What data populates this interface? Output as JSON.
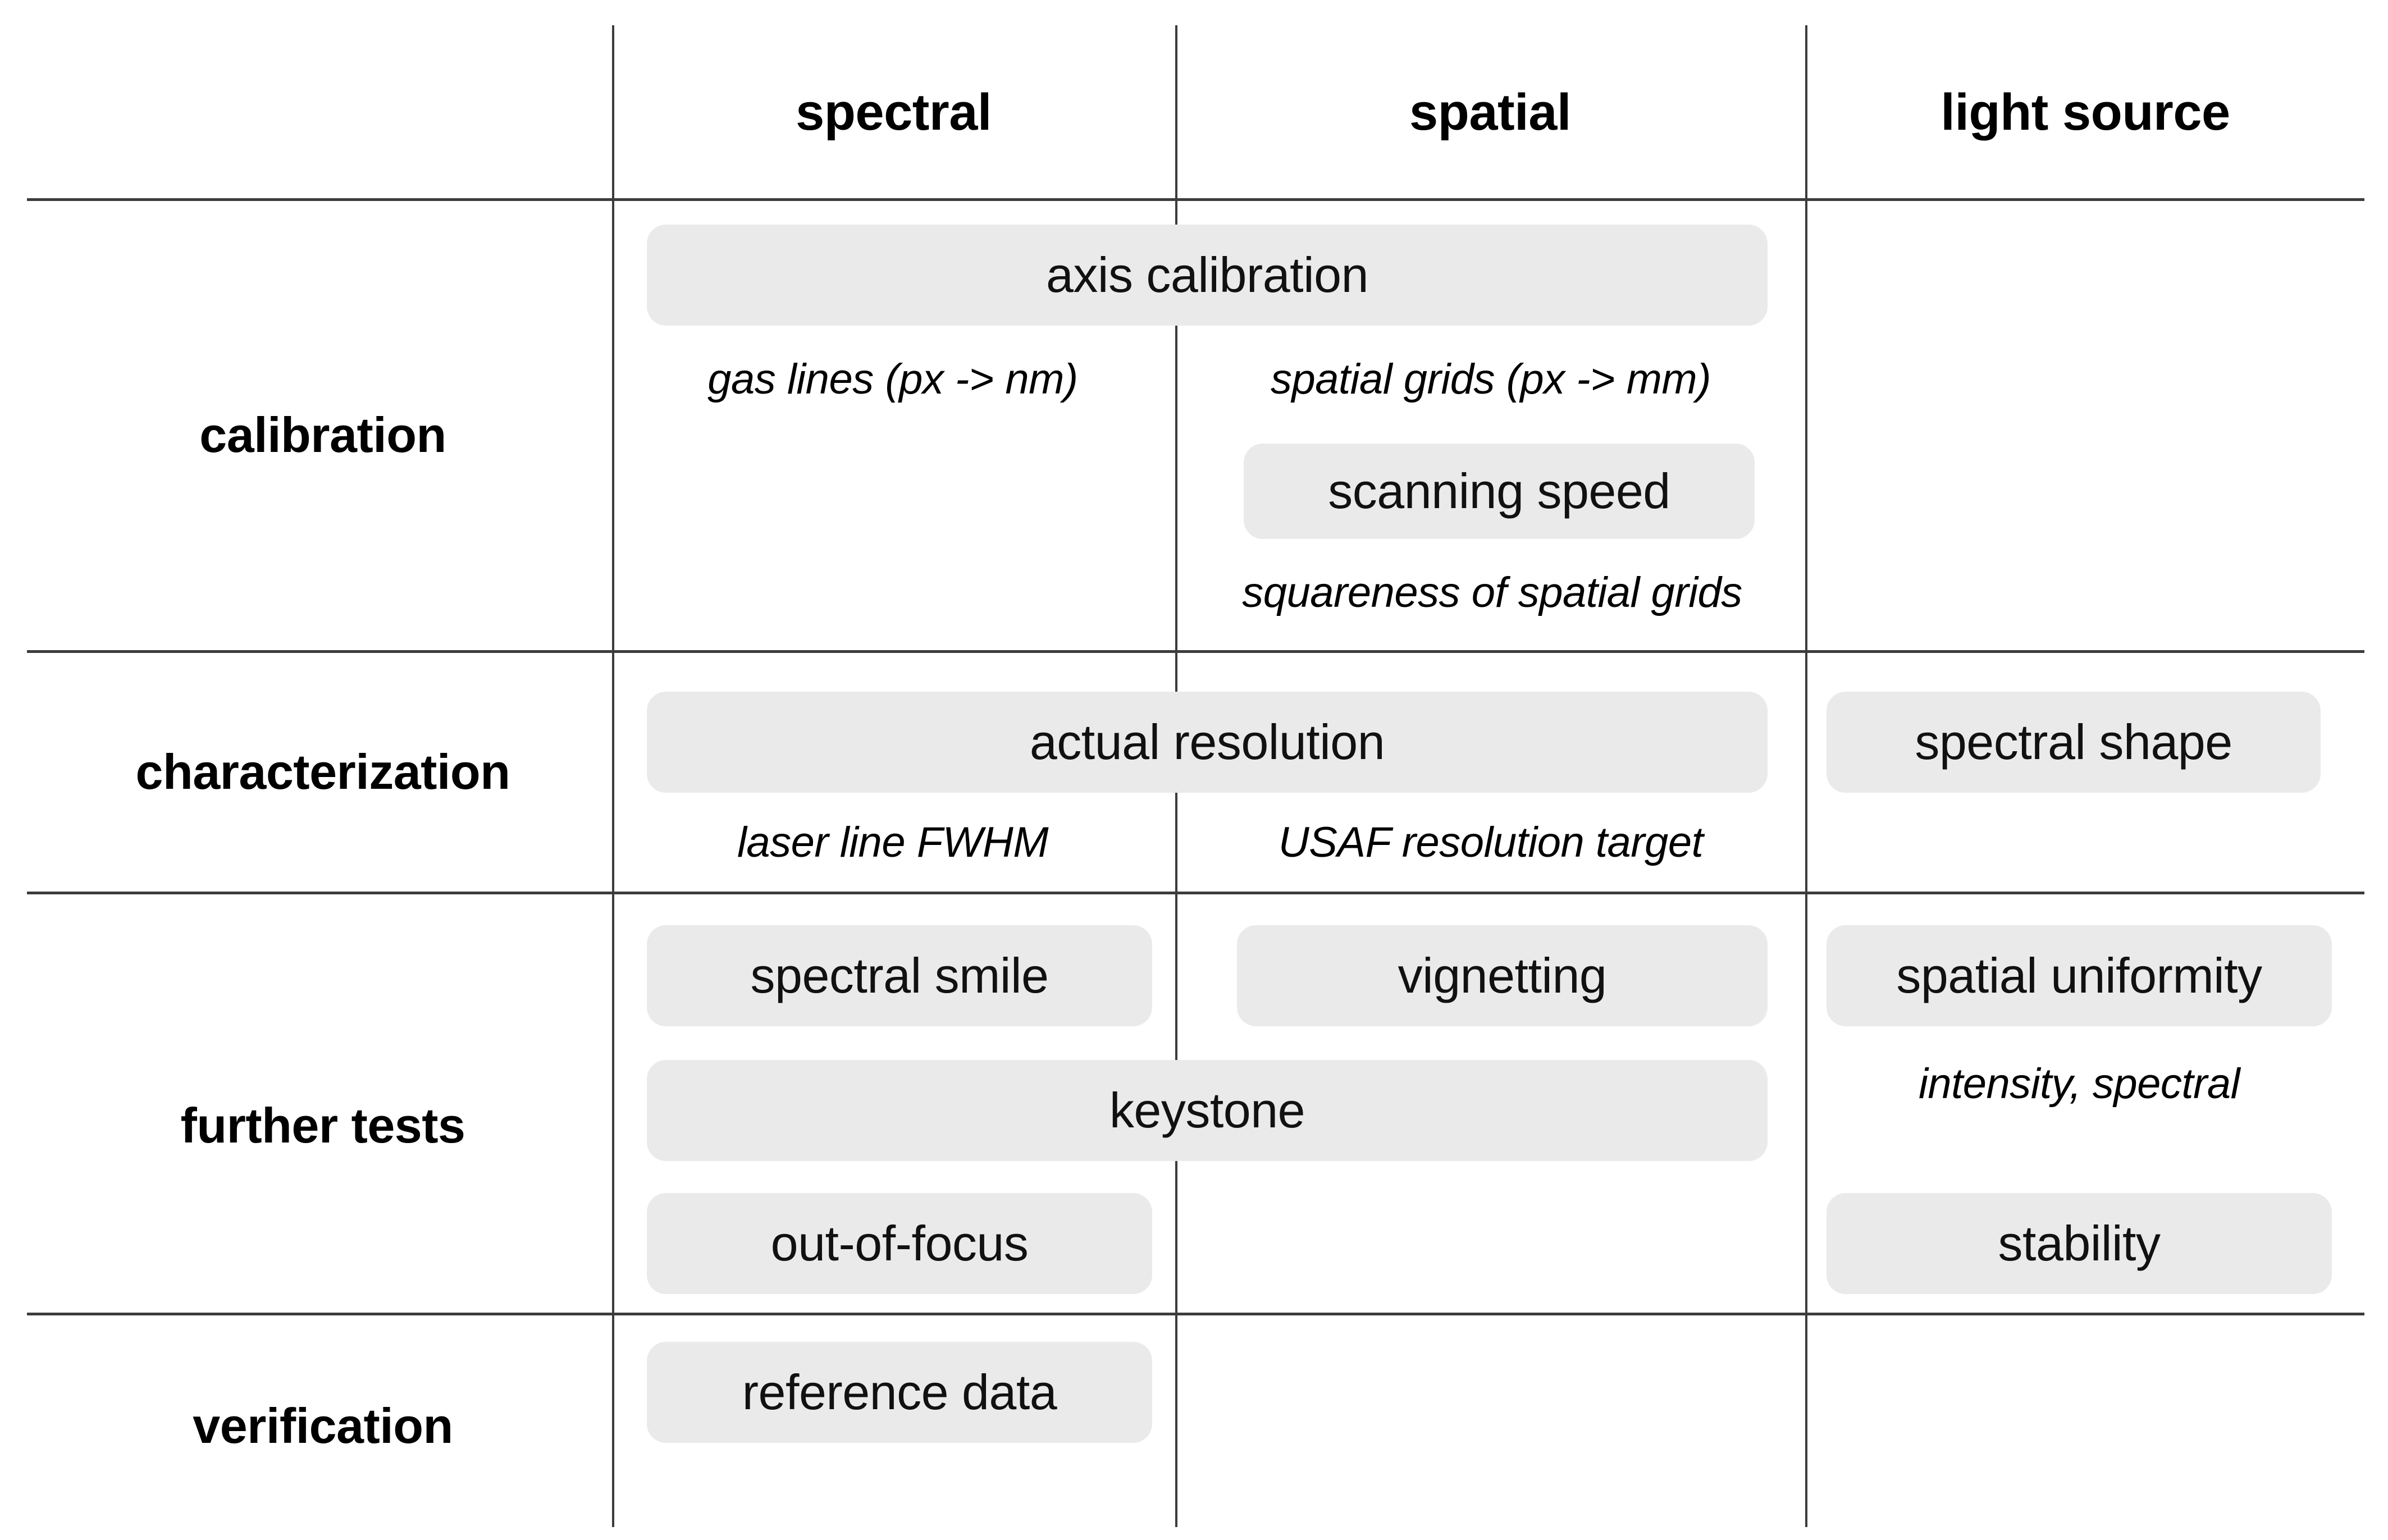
{
  "table": {
    "column_headers": [
      {
        "id": "row-label",
        "label": ""
      },
      {
        "id": "spectral",
        "label": "spectral"
      },
      {
        "id": "spatial",
        "label": "spatial"
      },
      {
        "id": "light-source",
        "label": "light source"
      }
    ],
    "row_headers": [
      {
        "id": "calibration",
        "label": "calibration"
      },
      {
        "id": "characterization",
        "label": "characterization"
      },
      {
        "id": "further-tests",
        "label": "further tests"
      },
      {
        "id": "verification",
        "label": "verification"
      }
    ],
    "pill_color": "#EAEAEA",
    "rule_color": "#3C3C3C",
    "cells": {
      "calibration": {
        "axis_calibration": "axis calibration",
        "gas_lines": "gas lines (px -> nm)",
        "spatial_grids": "spatial grids (px -> mm)",
        "scanning_speed": "scanning speed",
        "squareness": "squareness of spatial grids"
      },
      "characterization": {
        "actual_resolution": "actual resolution",
        "laser_line_fwhm": "laser line FWHM",
        "usaf_target": "USAF resolution target",
        "spectral_shape": "spectral shape"
      },
      "further_tests": {
        "spectral_smile": "spectral smile",
        "vignetting": "vignetting",
        "spatial_uniformity": "spatial uniformity",
        "intensity_spectral": "intensity, spectral",
        "keystone": "keystone",
        "out_of_focus": "out-of-focus",
        "stability": "stability"
      },
      "verification": {
        "reference_data": "reference data"
      }
    }
  }
}
